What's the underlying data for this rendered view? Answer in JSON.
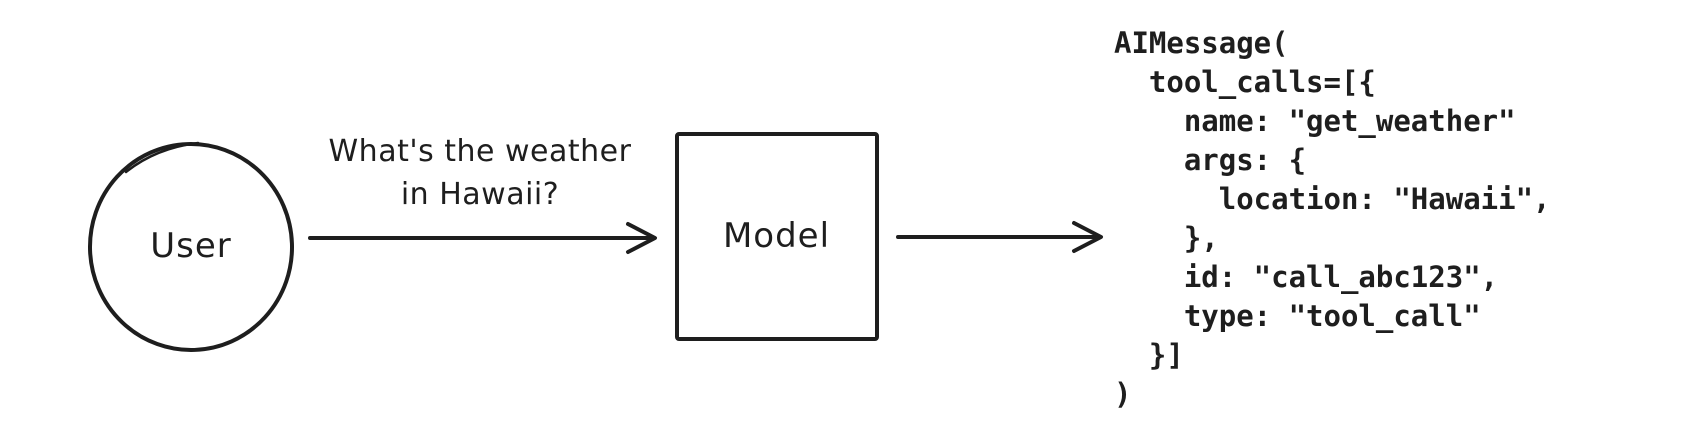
{
  "diagram": {
    "colors": {
      "stroke": "#1e1e1e",
      "background": "#ffffff"
    },
    "user_node": {
      "label": "User"
    },
    "model_node": {
      "label": "Model"
    },
    "request_arrow": {
      "label_line1": "What's the weather",
      "label_line2": "in Hawaii?"
    },
    "output_code": {
      "lines": [
        "AIMessage(",
        "  tool_calls=[{",
        "    name: \"get_weather\"",
        "    args: {",
        "      location: \"Hawaii\",",
        "    },",
        "    id: \"call_abc123\",",
        "    type: \"tool_call\"",
        "  }]",
        ")"
      ]
    }
  }
}
